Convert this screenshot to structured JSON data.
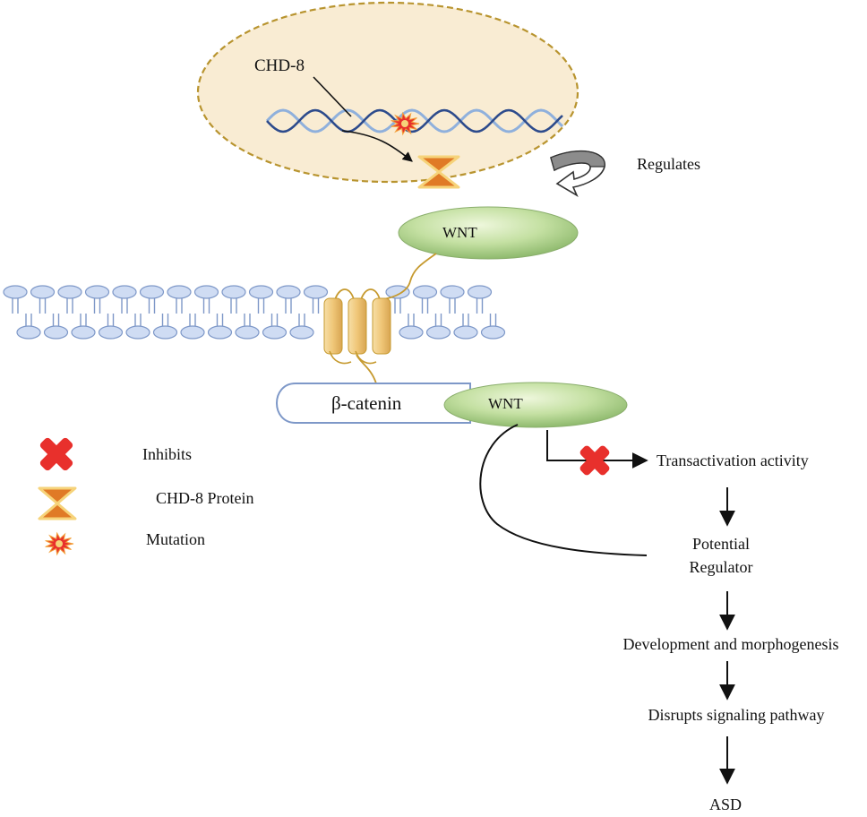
{
  "nucleus": {
    "gene_label": "CHD-8"
  },
  "regulates_label": "Regulates",
  "wnt_top_label": "WNT",
  "complex": {
    "beta_catenin_label": "β-catenin",
    "wnt_label": "WNT"
  },
  "legend": {
    "inhibits_label": "Inhibits",
    "protein_label": "CHD-8 Protein",
    "mutation_label": "Mutation"
  },
  "flow": {
    "transactivation_label": "Transactivation activity",
    "potential_regulator_line1": "Potential",
    "potential_regulator_line2": "Regulator",
    "development_label": "Development and morphogenesis",
    "disrupts_label": "Disrupts signaling pathway",
    "asd_label": "ASD"
  },
  "colors": {
    "nucleus_fill": "#f9ecd3",
    "nucleus_border": "#b8942f",
    "dna_dark": "#2d4b8c",
    "dna_light": "#8fb0dc",
    "membrane_head_fill": "#cfdcf3",
    "membrane_head_stroke": "#7e98c8",
    "wnt_green_light": "#e4f1c9",
    "wnt_green_dark": "#9cc47c",
    "receptor_fill": "#f1cf8a",
    "inhibit_red": "#e8302c",
    "hourglass_orange": "#e07a26",
    "hourglass_gold": "#f6d37a"
  }
}
